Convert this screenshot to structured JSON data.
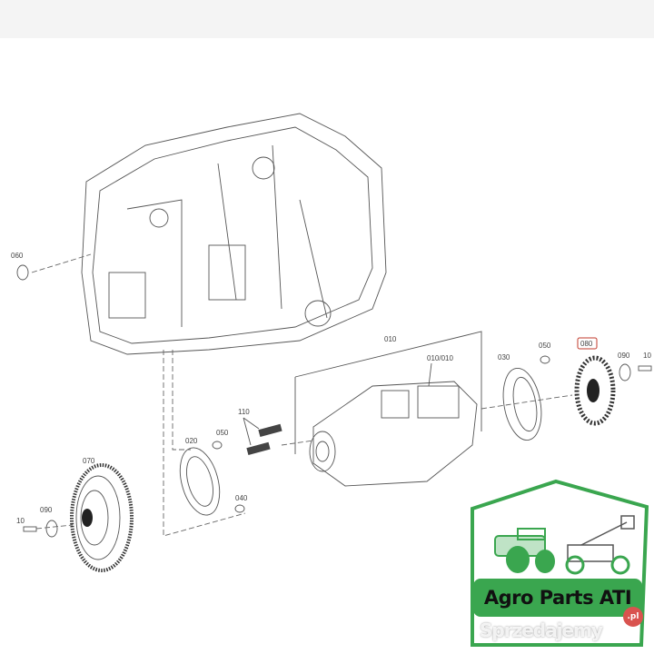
{
  "diagram": {
    "labels": {
      "housing_seal": "060",
      "assembly": "010",
      "sub_assembly": "010/010",
      "cover_right": "030",
      "bolt_right": "050",
      "gear_highlighted": "080",
      "washer_right": "090",
      "screw_right": "10",
      "studs": "110",
      "bolt_left_top": "050",
      "cover_left": "020",
      "large_gear": "070",
      "bolt_left_bottom": "040",
      "washer_left": "090",
      "screw_left": "10"
    },
    "highlight_color": "#c0392b"
  },
  "logo": {
    "text": "Agro Parts ATI",
    "brand_color": "#3aa64f"
  },
  "watermark": {
    "text": "Sprzedajemy",
    "suffix": ".pl"
  }
}
